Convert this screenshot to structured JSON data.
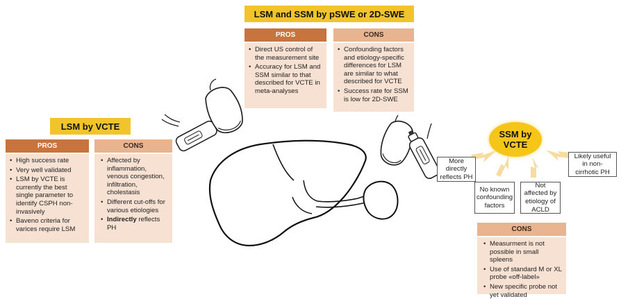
{
  "top": {
    "title": "LSM and SSM by pSWE or 2D-SWE",
    "pros_label": "PROS",
    "cons_label": "CONS",
    "pros": [
      "Direct US control of the measurement site",
      "Accuracy for LSM and SSM similar to that described for VCTE in meta-analyses"
    ],
    "cons": [
      "Confounding factors and etiology-specific differences for LSM are similar to what described for VCTE",
      "Success rate for SSM is low for 2D-SWE"
    ]
  },
  "left": {
    "title": "LSM by VCTE",
    "pros_label": "PROS",
    "cons_label": "CONS",
    "pros": [
      "High success rate",
      "Very well validated",
      "LSM by VCTE is currently the best single parameter to identify CSPH non-invasively",
      "Baveno criteria for varices require LSM"
    ],
    "cons": [
      "Affected by inflammation, venous congestion, infiltration, cholestasis",
      "Different cut-offs for various etiologies"
    ],
    "cons_last_bold": "Indirectly",
    "cons_last_rest": " reflects PH"
  },
  "right": {
    "title_line1": "SSM by",
    "title_line2": "VCTE",
    "feature_left": "More directly reflects PH",
    "feature_mid_left": "No known confounding factors",
    "feature_mid_right": "Not affected by etiology of ACLD",
    "feature_right": "Likely useful in non-cirrhotic PH",
    "cons_label": "CONS",
    "cons": [
      "Measurment is not possible in small spleens",
      "Use of standard M or XL probe «off-label»",
      "New specific probe not yet validated"
    ]
  },
  "colors": {
    "title_yellow": "#f0c42a",
    "pros_header": "#c8743e",
    "cons_header": "#e8b48f",
    "box_fill": "#f6e1d3",
    "arrow_fill": "#f6dca0"
  }
}
